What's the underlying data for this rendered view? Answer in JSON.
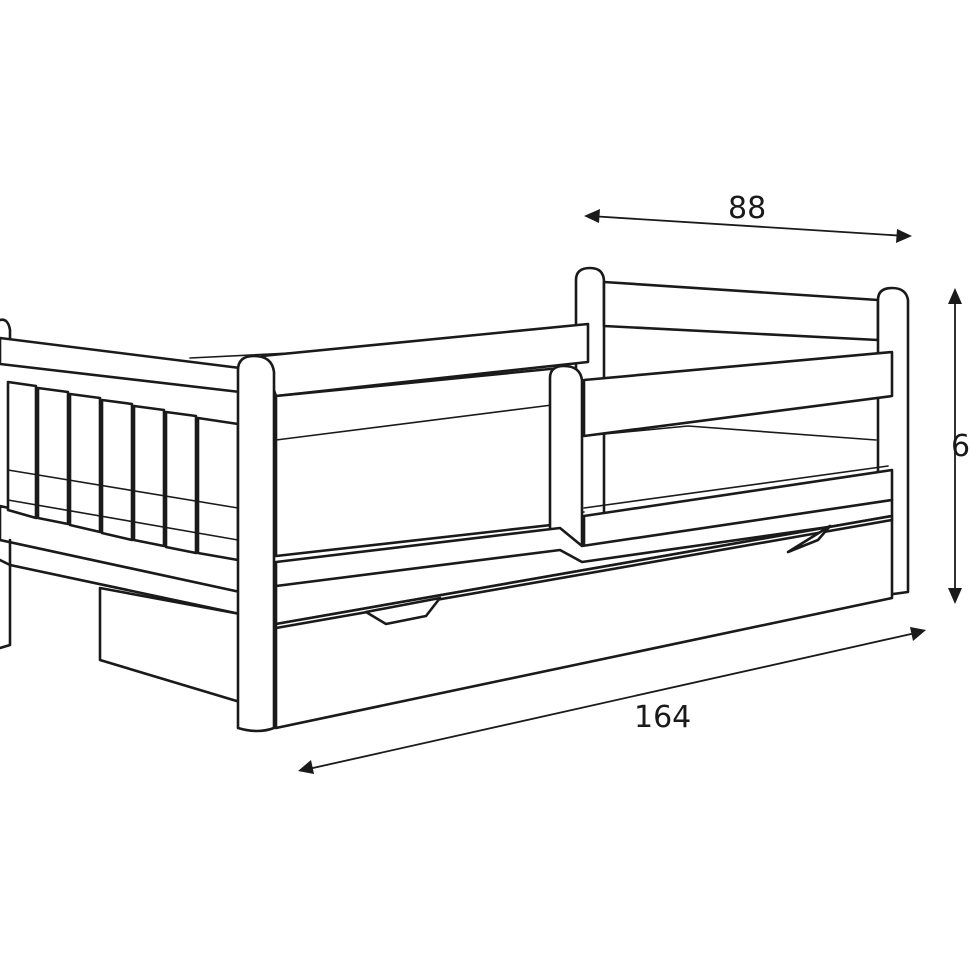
{
  "dimensions": {
    "width_label": "88",
    "length_label": "164",
    "height_label": "6"
  },
  "colors": {
    "line": "#1a1a1a",
    "background": "#ffffff"
  }
}
